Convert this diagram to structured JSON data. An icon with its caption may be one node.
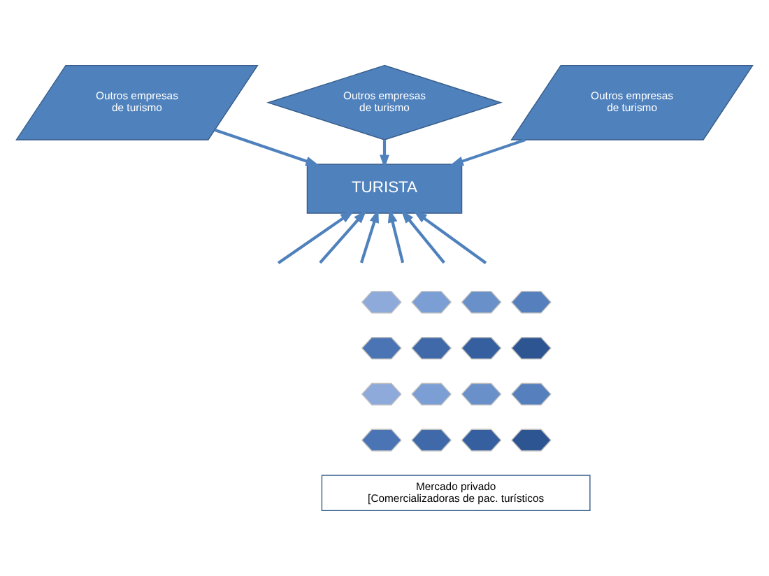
{
  "diagram": {
    "nodes": [
      {
        "text": [
          "Outros empresas de turismo"
        ]
      },
      {
        "text": [
          "Outros empresas de turismo"
        ]
      },
      {
        "text": [
          "Outros empresas de turismo"
        ]
      },
      {
        "text": [
          "TURISTA"
        ]
      },
      {
        "text": [],
        "shape": "hexagon"
      },
      {
        "text": [],
        "shape": "hexagon"
      },
      {
        "text": [],
        "shape": "hexagon"
      },
      {
        "text": [],
        "shape": "hexagon"
      },
      {
        "text": [],
        "shape": "hexagon"
      },
      {
        "text": [],
        "shape": "hexagon"
      },
      {
        "text": [],
        "shape": "hexagon"
      },
      {
        "text": [],
        "shape": "hexagon"
      },
      {
        "text": [],
        "shape": "hexagon"
      },
      {
        "text": [],
        "shape": "hexagon"
      },
      {
        "text": [],
        "shape": "hexagon"
      },
      {
        "text": [],
        "shape": "hexagon"
      },
      {
        "text": [],
        "shape": "hexagon"
      },
      {
        "text": [],
        "shape": "hexagon"
      },
      {
        "text": [],
        "shape": "hexagon"
      },
      {
        "text": [],
        "shape": "hexagon"
      },
      {
        "text": [
          "Mercado privado",
          "[Comercializadoras de pac. turísticos"
        ]
      }
    ],
    "edges": [
      {
        "from": 0,
        "to": 3,
        "arrow": "to"
      },
      {
        "from": 1,
        "to": 3,
        "arrow": "to"
      },
      {
        "from": 2,
        "to": 3,
        "arrow": "to"
      },
      {
        "from": null,
        "to": 3,
        "arrow": "to"
      },
      {
        "from": null,
        "to": 3,
        "arrow": "to"
      },
      {
        "from": null,
        "to": 3,
        "arrow": "to"
      },
      {
        "from": null,
        "to": 3,
        "arrow": "to"
      },
      {
        "from": null,
        "to": 3,
        "arrow": "to"
      },
      {
        "from": null,
        "to": 3,
        "arrow": "to"
      }
    ]
  }
}
